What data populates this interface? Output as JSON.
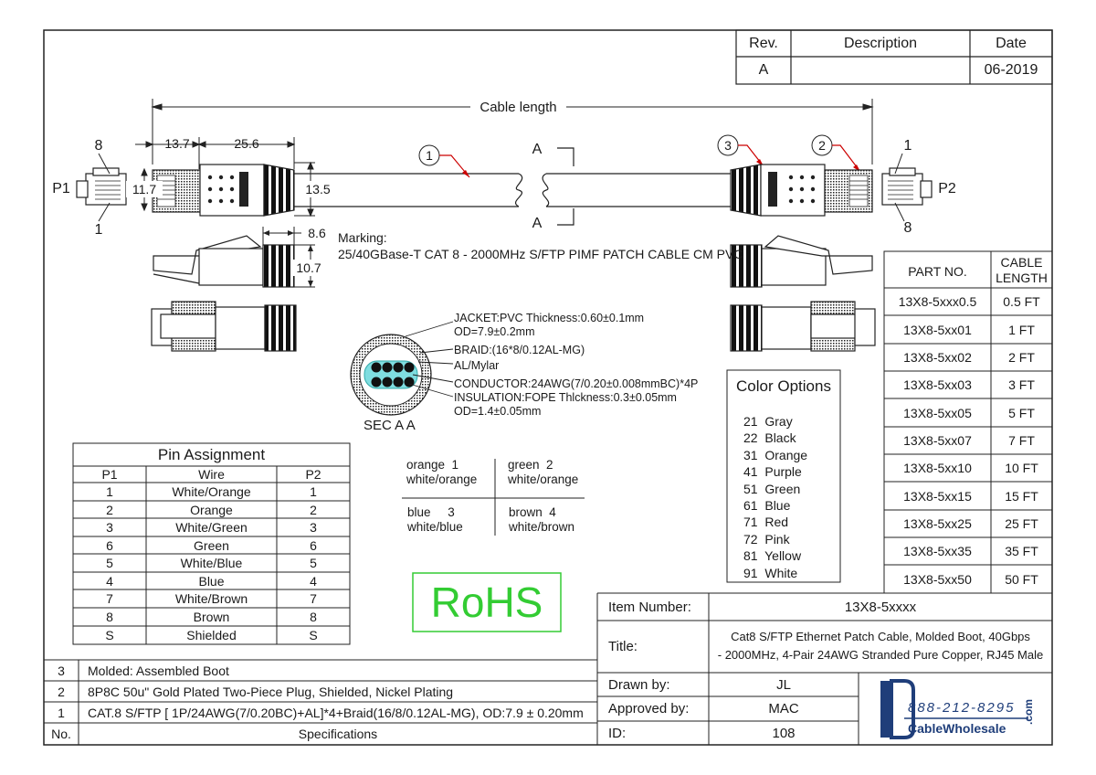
{
  "revision": {
    "headers": [
      "Rev.",
      "Description",
      "Date"
    ],
    "rev": "A",
    "description": "",
    "date": "06-2019"
  },
  "drawing": {
    "cable_length_label": "Cable length",
    "dims": {
      "d13_7": "13.7",
      "d25_6": "25.6",
      "d11_7": "11.7",
      "d13_5": "13.5",
      "d8_6": "8.6",
      "d10_7": "10.7"
    },
    "pins": {
      "p1": "P1",
      "p2": "P2",
      "pin8_left": "8",
      "pin1_left": "1",
      "pin1_right": "1",
      "pin8_right": "8"
    },
    "section": {
      "a_top": "A",
      "a_bottom": "A",
      "label": "SEC A A"
    },
    "callouts": [
      "1",
      "2",
      "3"
    ],
    "marking_title": "Marking:",
    "marking_text": "25/40GBase-T CAT 8 - 2000MHz S/FTP PIMF PATCH CABLE CM PVC",
    "section_labels": [
      "JACKET:PVC Thickness:0.60±0.1mm",
      "OD=7.9±0.2mm",
      "BRAID:(16*8/0.12AL-MG)",
      "AL/Mylar",
      "CONDUCTOR:24AWG(7/0.20±0.008mmBC)*4P",
      "INSULATION:FOPE Thlckness:0.3±0.05mm",
      "OD=1.4±0.05mm"
    ]
  },
  "pair_colors": {
    "q1_a": "orange  1",
    "q1_b": "white/orange",
    "q2_a": "green  2",
    "q2_b": "white/orange",
    "q3_a": "blue     3",
    "q3_b": "white/blue",
    "q4_a": "brown  4",
    "q4_b": "white/brown"
  },
  "pin_assignment": {
    "title": "Pin Assignment",
    "headers": [
      "P1",
      "Wire",
      "P2"
    ],
    "rows": [
      [
        "1",
        "White/Orange",
        "1"
      ],
      [
        "2",
        "Orange",
        "2"
      ],
      [
        "3",
        "White/Green",
        "3"
      ],
      [
        "6",
        "Green",
        "6"
      ],
      [
        "5",
        "White/Blue",
        "5"
      ],
      [
        "4",
        "Blue",
        "4"
      ],
      [
        "7",
        "White/Brown",
        "7"
      ],
      [
        "8",
        "Brown",
        "8"
      ],
      [
        "S",
        "Shielded",
        "S"
      ]
    ]
  },
  "color_options": {
    "title": "Color Options",
    "items": [
      "21  Gray",
      "22  Black",
      "31  Orange",
      "41  Purple",
      "51  Green",
      "61  Blue",
      "71  Red",
      "72  Pink",
      "81  Yellow",
      "91  White"
    ]
  },
  "lengths": {
    "headers": [
      "PART NO.",
      "CABLE LENGTH"
    ],
    "rows": [
      [
        "13X8-5xxx0.5",
        "0.5 FT"
      ],
      [
        "13X8-5xx01",
        "1 FT"
      ],
      [
        "13X8-5xx02",
        "2 FT"
      ],
      [
        "13X8-5xx03",
        "3 FT"
      ],
      [
        "13X8-5xx05",
        "5 FT"
      ],
      [
        "13X8-5xx07",
        "7 FT"
      ],
      [
        "13X8-5xx10",
        "10 FT"
      ],
      [
        "13X8-5xx15",
        "15 FT"
      ],
      [
        "13X8-5xx25",
        "25 FT"
      ],
      [
        "13X8-5xx35",
        "35 FT"
      ],
      [
        "13X8-5xx50",
        "50 FT"
      ]
    ]
  },
  "rohs": {
    "text": "RoHS",
    "color": "#33cc33"
  },
  "specifications": {
    "rows": [
      [
        "3",
        "Molded: Assembled Boot"
      ],
      [
        "2",
        "8P8C 50u\" Gold Plated Two-Piece Plug, Shielded, Nickel Plating"
      ],
      [
        "1",
        "CAT.8 S/FTP [ 1P/24AWG(7/0.20BC)+AL]*4+Braid(16/8/0.12AL-MG), OD:7.9 ± 0.20mm"
      ]
    ],
    "footer": [
      "No.",
      "Specifications"
    ]
  },
  "title_block": {
    "item_number_label": "Item Number:",
    "item_number": "13X8-5xxxx",
    "title_label": "Title:",
    "title_line1": "Cat8 S/FTP Ethernet Patch Cable, Molded Boot, 40Gbps",
    "title_line2": "- 2000MHz, 4-Pair 24AWG Stranded Pure Copper, RJ45 Male",
    "drawn_by_label": "Drawn by:",
    "drawn_by": "JL",
    "approved_by_label": "Approved by:",
    "approved_by": "MAC",
    "id_label": "ID:",
    "id": "108"
  },
  "logo": {
    "phone": "888-212-8295",
    "name": "CableWholesale",
    "dotcom": ".com",
    "color": "#1f3e7a"
  }
}
